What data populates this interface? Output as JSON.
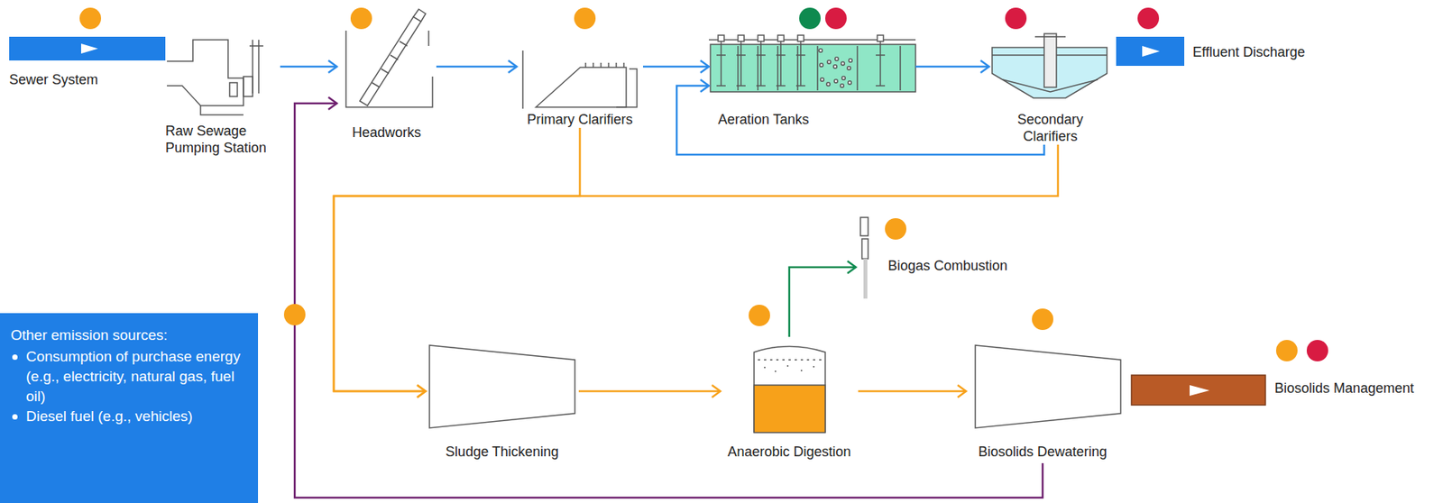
{
  "diagram": {
    "nodes": [
      {
        "text": [
          "Sewer System"
        ]
      },
      {
        "text": [
          "Raw Sewage Pumping Station"
        ]
      },
      {
        "text": [
          "Headworks"
        ]
      },
      {
        "text": [
          "Primary Clarifiers"
        ]
      },
      {
        "text": [
          "Aeration Tanks"
        ]
      },
      {
        "text": [
          "Secondary Clarifiers"
        ]
      },
      {
        "text": [
          "Effluent Discharge"
        ]
      },
      {
        "text": [
          "Biogas Combustion"
        ]
      },
      {
        "text": [
          "Sludge Thickening"
        ]
      },
      {
        "text": [
          "Anaerobic Digestion"
        ]
      },
      {
        "text": [
          "Biosolids Dewatering"
        ]
      },
      {
        "text": [
          "Biosolids Management"
        ]
      },
      {
        "text": [
          "Other emission sources:",
          "Consumption of purchase energy (e.g., electricity, natural gas, fuel oil)",
          "Diesel fuel (e.g., vehicles)"
        ]
      }
    ],
    "edges": [
      {
        "from": 1,
        "to": 2,
        "arrow": "to"
      },
      {
        "from": 2,
        "to": 3,
        "arrow": "to"
      },
      {
        "from": 3,
        "to": 4,
        "arrow": "to"
      },
      {
        "from": 4,
        "to": 5,
        "arrow": "to"
      },
      {
        "from": 5,
        "to": 4,
        "arrow": "to"
      },
      {
        "from": 3,
        "to": 8,
        "arrow": "to"
      },
      {
        "from": 5,
        "to": 8,
        "arrow": "to"
      },
      {
        "from": 8,
        "to": 9,
        "arrow": "to"
      },
      {
        "from": 9,
        "to": 7,
        "arrow": "to"
      },
      {
        "from": 9,
        "to": 10,
        "arrow": "to"
      },
      {
        "from": 10,
        "to": 2,
        "arrow": "to"
      }
    ]
  }
}
